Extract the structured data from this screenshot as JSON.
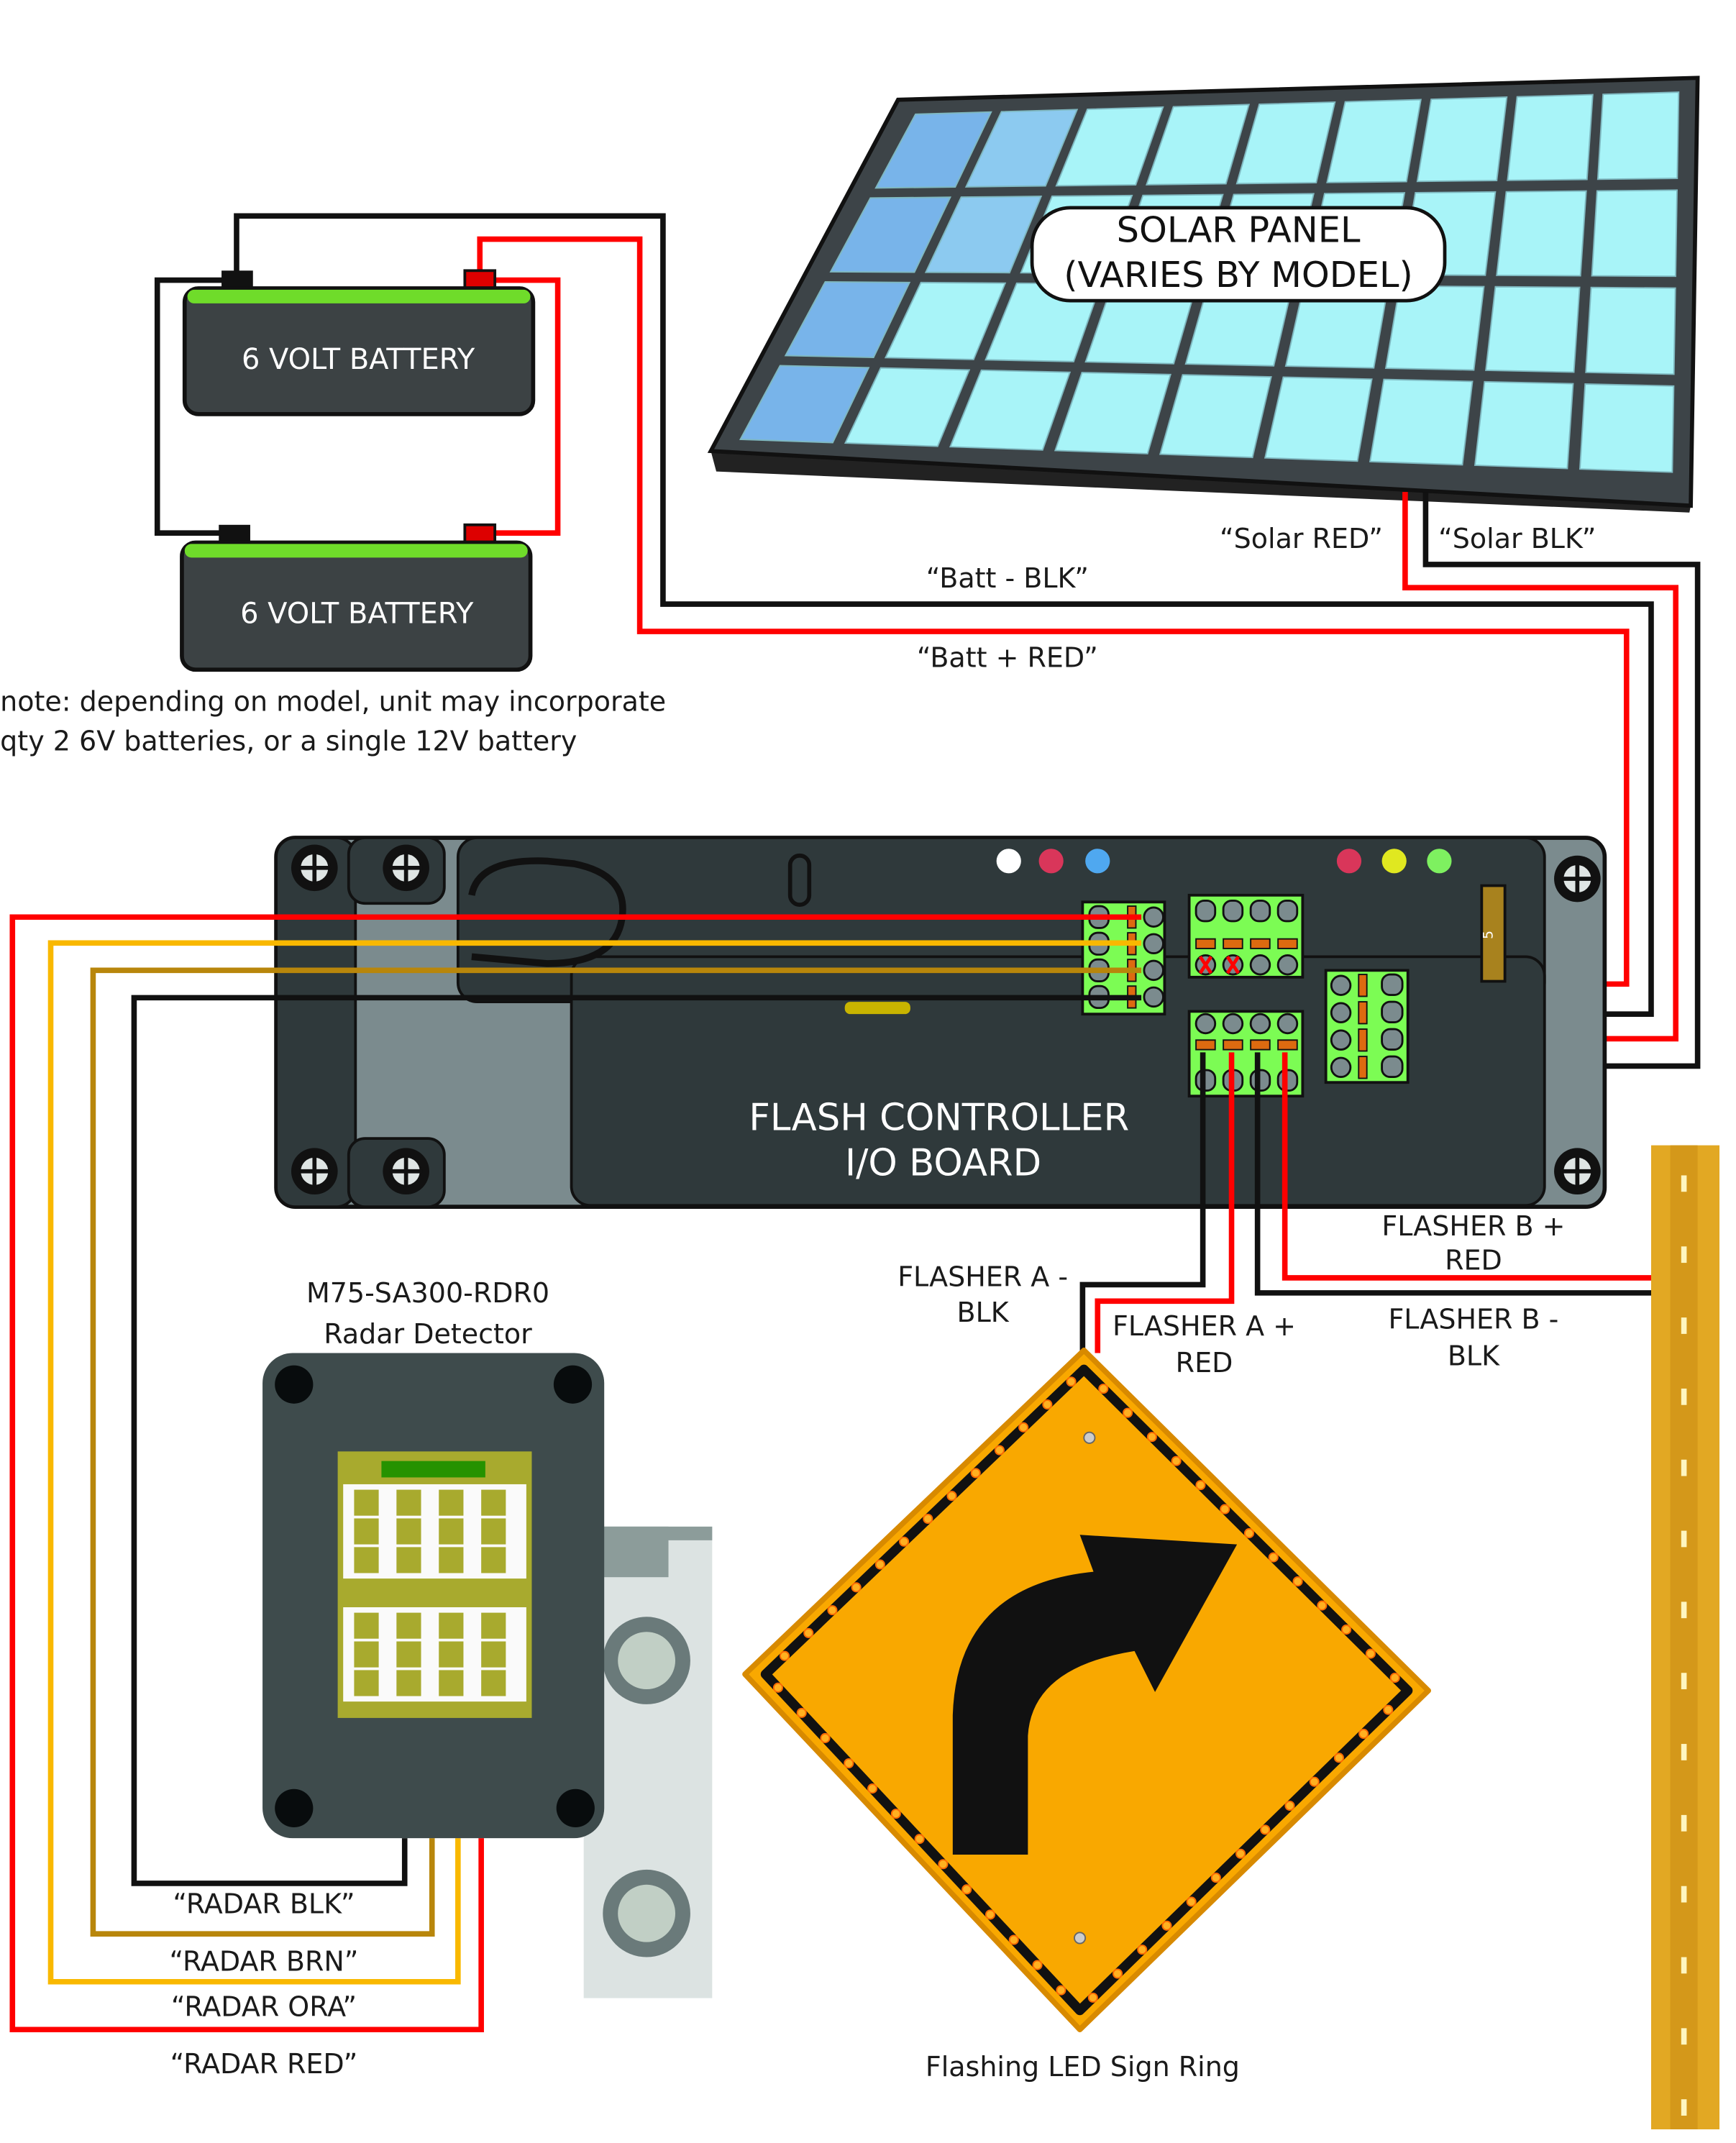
{
  "batteries": [
    {
      "label": "6 VOLT  BATTERY"
    },
    {
      "label": "6 VOLT  BATTERY"
    }
  ],
  "battery_note": {
    "line1": "note: depending on model, unit may incorporate",
    "line2": "qty 2 6V batteries, or a single 12V battery"
  },
  "solar_panel": {
    "line1": "SOLAR PANEL",
    "line2": "(VARIES BY MODEL)"
  },
  "wire_labels": {
    "solar_red": "“Solar RED”",
    "solar_blk": "“Solar BLK”",
    "batt_blk": "“Batt - BLK”",
    "batt_red": "“Batt + RED”",
    "radar_blk": "“RADAR BLK”",
    "radar_brn": "“RADAR BRN”",
    "radar_ora": "“RADAR ORA”",
    "radar_red": "“RADAR RED”",
    "flasher_a_minus": [
      "FLASHER A -",
      "BLK"
    ],
    "flasher_a_plus": [
      "FLASHER A +",
      "RED"
    ],
    "flasher_b_plus": [
      "FLASHER B +",
      "RED"
    ],
    "flasher_b_minus": [
      "FLASHER B -",
      "BLK"
    ]
  },
  "controller": {
    "line1": "FLASH CONTROLLER",
    "line2": "I/O BOARD",
    "fuse_label": "5"
  },
  "radar": {
    "model": "M75-SA300-RDR0",
    "name": "Radar Detector"
  },
  "sign": {
    "caption": "Flashing LED Sign Ring"
  },
  "colors": {
    "wire_red": "#ff0000",
    "wire_black": "#111111",
    "wire_orange": "#f9b800",
    "wire_brown": "#b8860b",
    "terminal_green": "#7cfc54",
    "sign_yellow": "#f9a800",
    "controller_body": "#2f393b"
  },
  "status_leds": [
    "white",
    "red",
    "blue",
    "red",
    "yellow",
    "green"
  ]
}
